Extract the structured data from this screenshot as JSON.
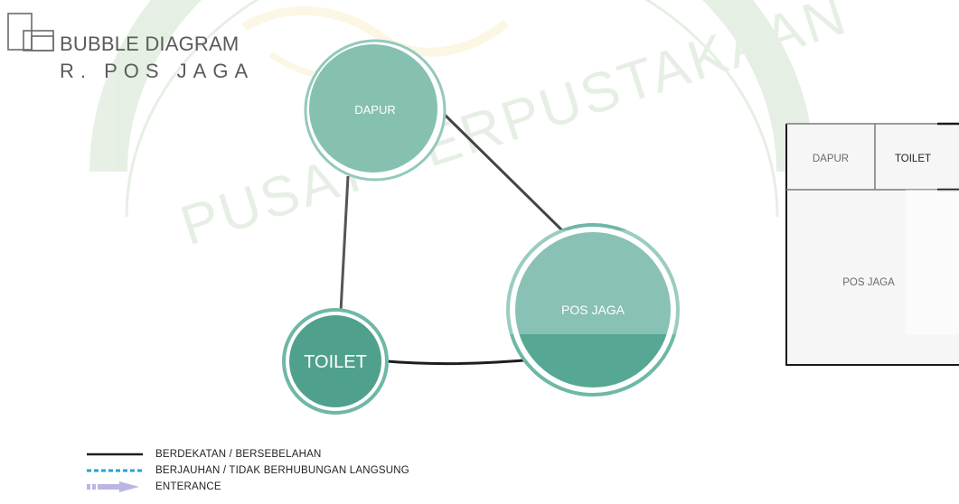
{
  "diagram": {
    "title": "BUBBLE DIAGRAM",
    "subtitle": "R. POS JAGA",
    "nodes": [
      {
        "id": "dapur",
        "label": "DAPUR"
      },
      {
        "id": "pos_jaga",
        "label": "POS JAGA"
      },
      {
        "id": "toilet",
        "label": "TOILET"
      }
    ],
    "connections": [
      {
        "from": "dapur",
        "to": "pos_jaga",
        "type": "BERDEKATAN / BERSEBELAHAN"
      },
      {
        "from": "dapur",
        "to": "toilet",
        "type": "BERDEKATAN / BERSEBELAHAN"
      },
      {
        "from": "toilet",
        "to": "pos_jaga",
        "type": "BERDEKATAN / BERSEBELAHAN"
      }
    ],
    "plan": {
      "rooms": [
        {
          "id": "dapur",
          "label": "DAPUR"
        },
        {
          "id": "toilet",
          "label": "TOILET"
        },
        {
          "id": "pos_jaga",
          "label": "POS JAGA"
        }
      ]
    },
    "watermark": "PUSAT PERPUSTAKAAN",
    "colors": {
      "bubble_fill": "#56a794",
      "bubble_ring": "#6fb7a6",
      "solid_line": "#1e1e1e",
      "dashed_line": "#2b9fd2",
      "entrance": "#b9b6e3",
      "text_gray": "#5a5a5a"
    },
    "legend": [
      {
        "key": "solid",
        "label": "BERDEKATAN / BERSEBELAHAN"
      },
      {
        "key": "dashed",
        "label": "BERJAUHAN / TIDAK BERHUBUNGAN LANGSUNG"
      },
      {
        "key": "arrow",
        "label": "ENTERANCE"
      }
    ]
  }
}
